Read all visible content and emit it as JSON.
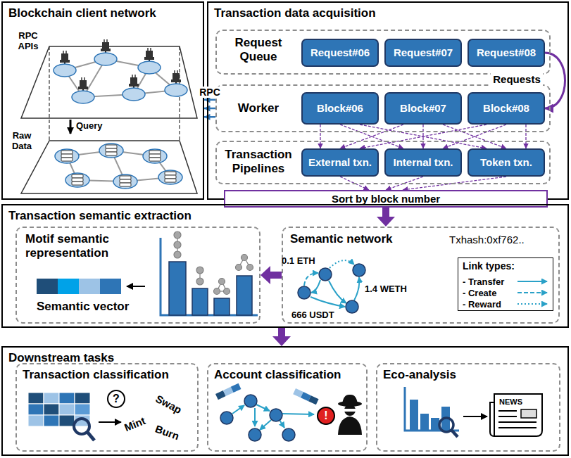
{
  "diagram": {
    "nodes": [
      {
        "text": [
          "Blockchain client network"
        ]
      },
      {
        "text": [
          "Transaction data acquisition"
        ]
      },
      {
        "text": [
          "Request Queue"
        ],
        "in": 1
      },
      {
        "text": [
          "Request#06"
        ],
        "in": 2
      },
      {
        "text": [
          "Request#07"
        ],
        "in": 2
      },
      {
        "text": [
          "Request#08"
        ],
        "in": 2
      },
      {
        "text": [
          "Worker"
        ],
        "in": 1
      },
      {
        "text": [
          "Block#06"
        ],
        "in": 6
      },
      {
        "text": [
          "Block#07"
        ],
        "in": 6
      },
      {
        "text": [
          "Block#08"
        ],
        "in": 6
      },
      {
        "text": [
          "Transaction Pipelines"
        ],
        "in": 1
      },
      {
        "text": [
          "External txn."
        ],
        "in": 10
      },
      {
        "text": [
          "Internal txn."
        ],
        "in": 10
      },
      {
        "text": [
          "Token txn."
        ],
        "in": 10
      },
      {
        "text": [
          "Sort by block number"
        ]
      },
      {
        "text": [
          "Transaction semantic extraction"
        ]
      },
      {
        "text": [
          "Motif semantic representation",
          "Semantic vector"
        ],
        "in": 15
      },
      {
        "text": [
          "Semantic network",
          "Txhash:0xf762.."
        ],
        "in": 15
      },
      {
        "text": [
          "Link types:"
        ],
        "in": 17
      },
      {
        "text": [
          "Downstream tasks"
        ]
      },
      {
        "text": [
          "Transaction classification"
        ],
        "in": 19
      },
      {
        "text": [
          "Account classification"
        ],
        "in": 19
      },
      {
        "text": [
          "Eco-analysis"
        ],
        "in": 19
      }
    ],
    "edges": [
      {
        "from": 6,
        "to": 0,
        "arrow": "to",
        "label": "RPC"
      },
      {
        "from": 5,
        "to": 9,
        "arrow": "to",
        "label": "Requests"
      },
      {
        "from": 7,
        "to": 11,
        "arrow": "to"
      },
      {
        "from": 7,
        "to": 12,
        "arrow": "to"
      },
      {
        "from": 7,
        "to": 13,
        "arrow": "to"
      },
      {
        "from": 8,
        "to": 11,
        "arrow": "to"
      },
      {
        "from": 8,
        "to": 12,
        "arrow": "to"
      },
      {
        "from": 8,
        "to": 13,
        "arrow": "to"
      },
      {
        "from": 9,
        "to": 11,
        "arrow": "to"
      },
      {
        "from": 9,
        "to": 12,
        "arrow": "to"
      },
      {
        "from": 9,
        "to": 13,
        "arrow": "to"
      },
      {
        "from": 11,
        "to": 14,
        "arrow": "to"
      },
      {
        "from": 12,
        "to": 14,
        "arrow": "to"
      },
      {
        "from": 13,
        "to": 14,
        "arrow": "to"
      },
      {
        "from": 14,
        "to": 17,
        "arrow": "to"
      },
      {
        "from": 17,
        "to": 16,
        "arrow": "to"
      },
      {
        "from": 15,
        "to": 19,
        "arrow": "to"
      }
    ],
    "labels": [
      "RPC APIs",
      "Raw Data",
      "Query",
      "0.1 ETH",
      "1.4 WETH",
      "666 USDT",
      "?",
      "Mint",
      "Swap",
      "Burn",
      "!",
      "NEWS"
    ],
    "legend": [
      {
        "text": "- Transfer"
      },
      {
        "text": "- Create"
      },
      {
        "text": "- Reward"
      }
    ]
  }
}
